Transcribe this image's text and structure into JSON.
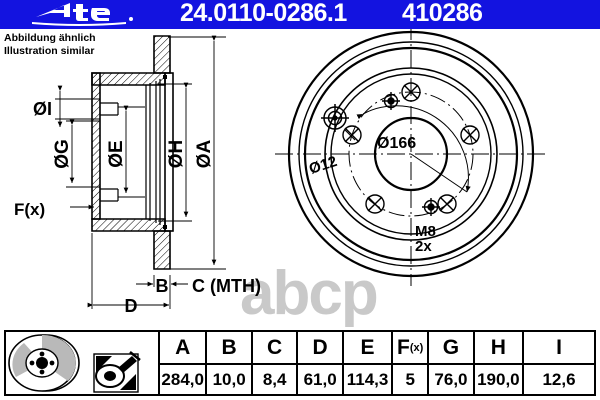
{
  "header": {
    "brand_logo": "ate-logo",
    "part_number": "24.0110-0286.1",
    "reference_number": "410286",
    "background_color": "#1313e0",
    "text_color": "#ffffff"
  },
  "notes": {
    "line_de": "Abbildung ähnlich",
    "line_en": "Illustration similar"
  },
  "watermark": {
    "text": "abcp",
    "color": "#c9c9c9"
  },
  "section_view": {
    "labels": [
      {
        "id": "dia-i",
        "text": "ØI"
      },
      {
        "id": "dia-g",
        "text": "ØG"
      },
      {
        "id": "dia-e",
        "text": "ØE"
      },
      {
        "id": "dia-h",
        "text": "ØH"
      },
      {
        "id": "dia-a",
        "text": "ØA"
      },
      {
        "id": "f-x",
        "text": "F(x)"
      },
      {
        "id": "dim-b",
        "text": "B"
      },
      {
        "id": "dim-c",
        "text": "C (MTH)"
      },
      {
        "id": "dim-d",
        "text": "D"
      }
    ]
  },
  "front_view": {
    "labels": [
      {
        "id": "hole-dia",
        "text": "Ø12"
      },
      {
        "id": "bolt-circle",
        "text": "Ø166"
      },
      {
        "id": "thread",
        "text": "M8"
      },
      {
        "id": "thread-qty",
        "text": "2x"
      }
    ]
  },
  "table": {
    "headers": [
      "A",
      "B",
      "C",
      "D",
      "E",
      "F",
      "G",
      "H",
      "I"
    ],
    "header_f_sub": "(x)",
    "values": [
      "284,0",
      "10,0",
      "8,4",
      "61,0",
      "114,3",
      "5",
      "76,0",
      "190,0",
      "12,6"
    ],
    "icons": [
      "brake-disc-photo",
      "disc-measuring-tool-icon"
    ]
  }
}
